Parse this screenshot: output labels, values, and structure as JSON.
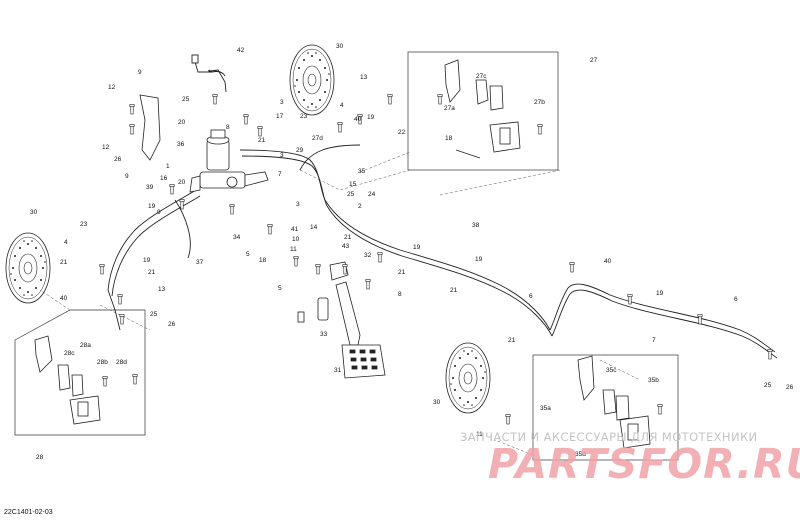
{
  "diagram": {
    "code": "22C1401-02-03",
    "callouts": [
      "42",
      "30",
      "27",
      "13",
      "27c",
      "25",
      "3",
      "27a",
      "27b",
      "4",
      "17",
      "40",
      "19",
      "12",
      "23",
      "22",
      "20",
      "8",
      "9",
      "21",
      "27d",
      "18",
      "3",
      "29",
      "36",
      "26",
      "2",
      "1",
      "7",
      "12",
      "25",
      "24",
      "15",
      "39",
      "35",
      "16",
      "20",
      "9",
      "19",
      "3",
      "30",
      "9",
      "34",
      "23",
      "5",
      "38",
      "41",
      "10",
      "14",
      "19",
      "21",
      "37",
      "43",
      "4",
      "11",
      "19",
      "21",
      "18",
      "32",
      "21",
      "8",
      "33",
      "19",
      "40",
      "5",
      "6",
      "21",
      "13",
      "21",
      "19",
      "40",
      "6",
      "25",
      "31",
      "26",
      "21",
      "28a",
      "7",
      "28c",
      "28b",
      "28d",
      "35c",
      "35b",
      "30",
      "35a",
      "25",
      "26",
      "28",
      "11",
      "35d"
    ],
    "watermark": {
      "line": "ЗАПЧАСТИ И АКСЕССУАРЫ ДЛЯ МОТОТЕХНИКИ",
      "logo": "PARTSFOR.RU"
    },
    "colors": {
      "line": "#222222",
      "watermark_text": "#c4c4c4",
      "watermark_logo": "#f2a3a8"
    }
  }
}
